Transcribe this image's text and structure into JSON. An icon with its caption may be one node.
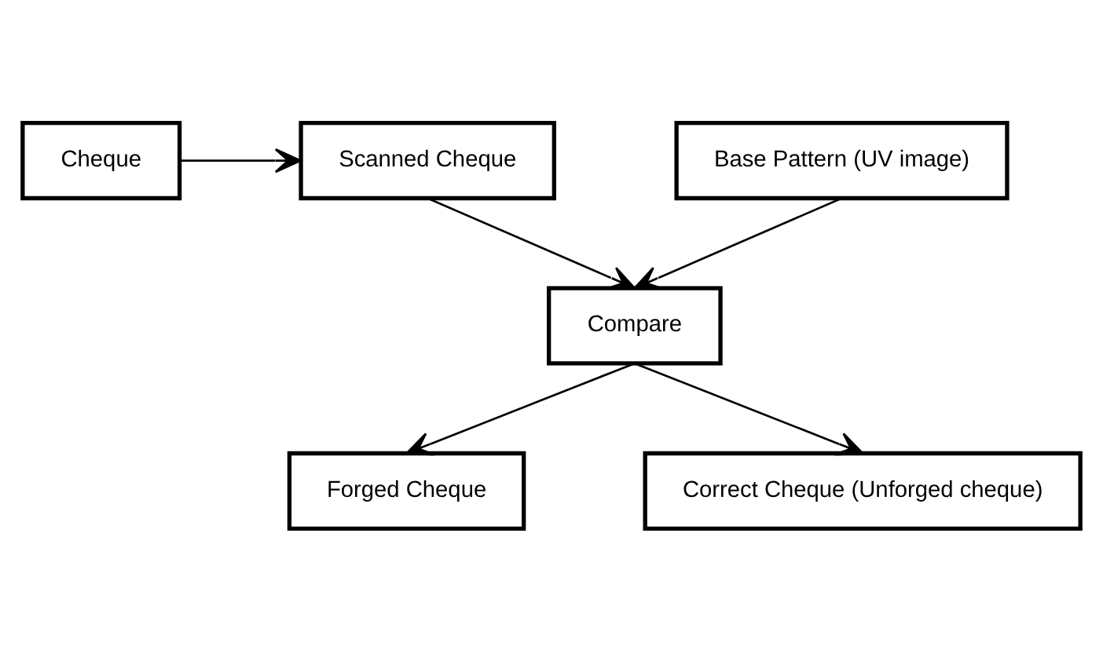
{
  "diagram": {
    "nodes": [
      {
        "text": [
          "Cheque"
        ]
      },
      {
        "text": [
          "Scanned Cheque"
        ]
      },
      {
        "text": [
          "Base Pattern (UV image)"
        ]
      },
      {
        "text": [
          "Compare"
        ]
      },
      {
        "text": [
          "Forged Cheque"
        ]
      },
      {
        "text": [
          "Correct Cheque (Unforged cheque)"
        ]
      }
    ],
    "edges": [
      {
        "from": 0,
        "to": 1,
        "arrow": "to"
      },
      {
        "from": 1,
        "to": 3,
        "arrow": "to"
      },
      {
        "from": 2,
        "to": 3,
        "arrow": "to"
      },
      {
        "from": 3,
        "to": 4,
        "arrow": "to"
      },
      {
        "from": 3,
        "to": 5,
        "arrow": "to"
      }
    ]
  }
}
